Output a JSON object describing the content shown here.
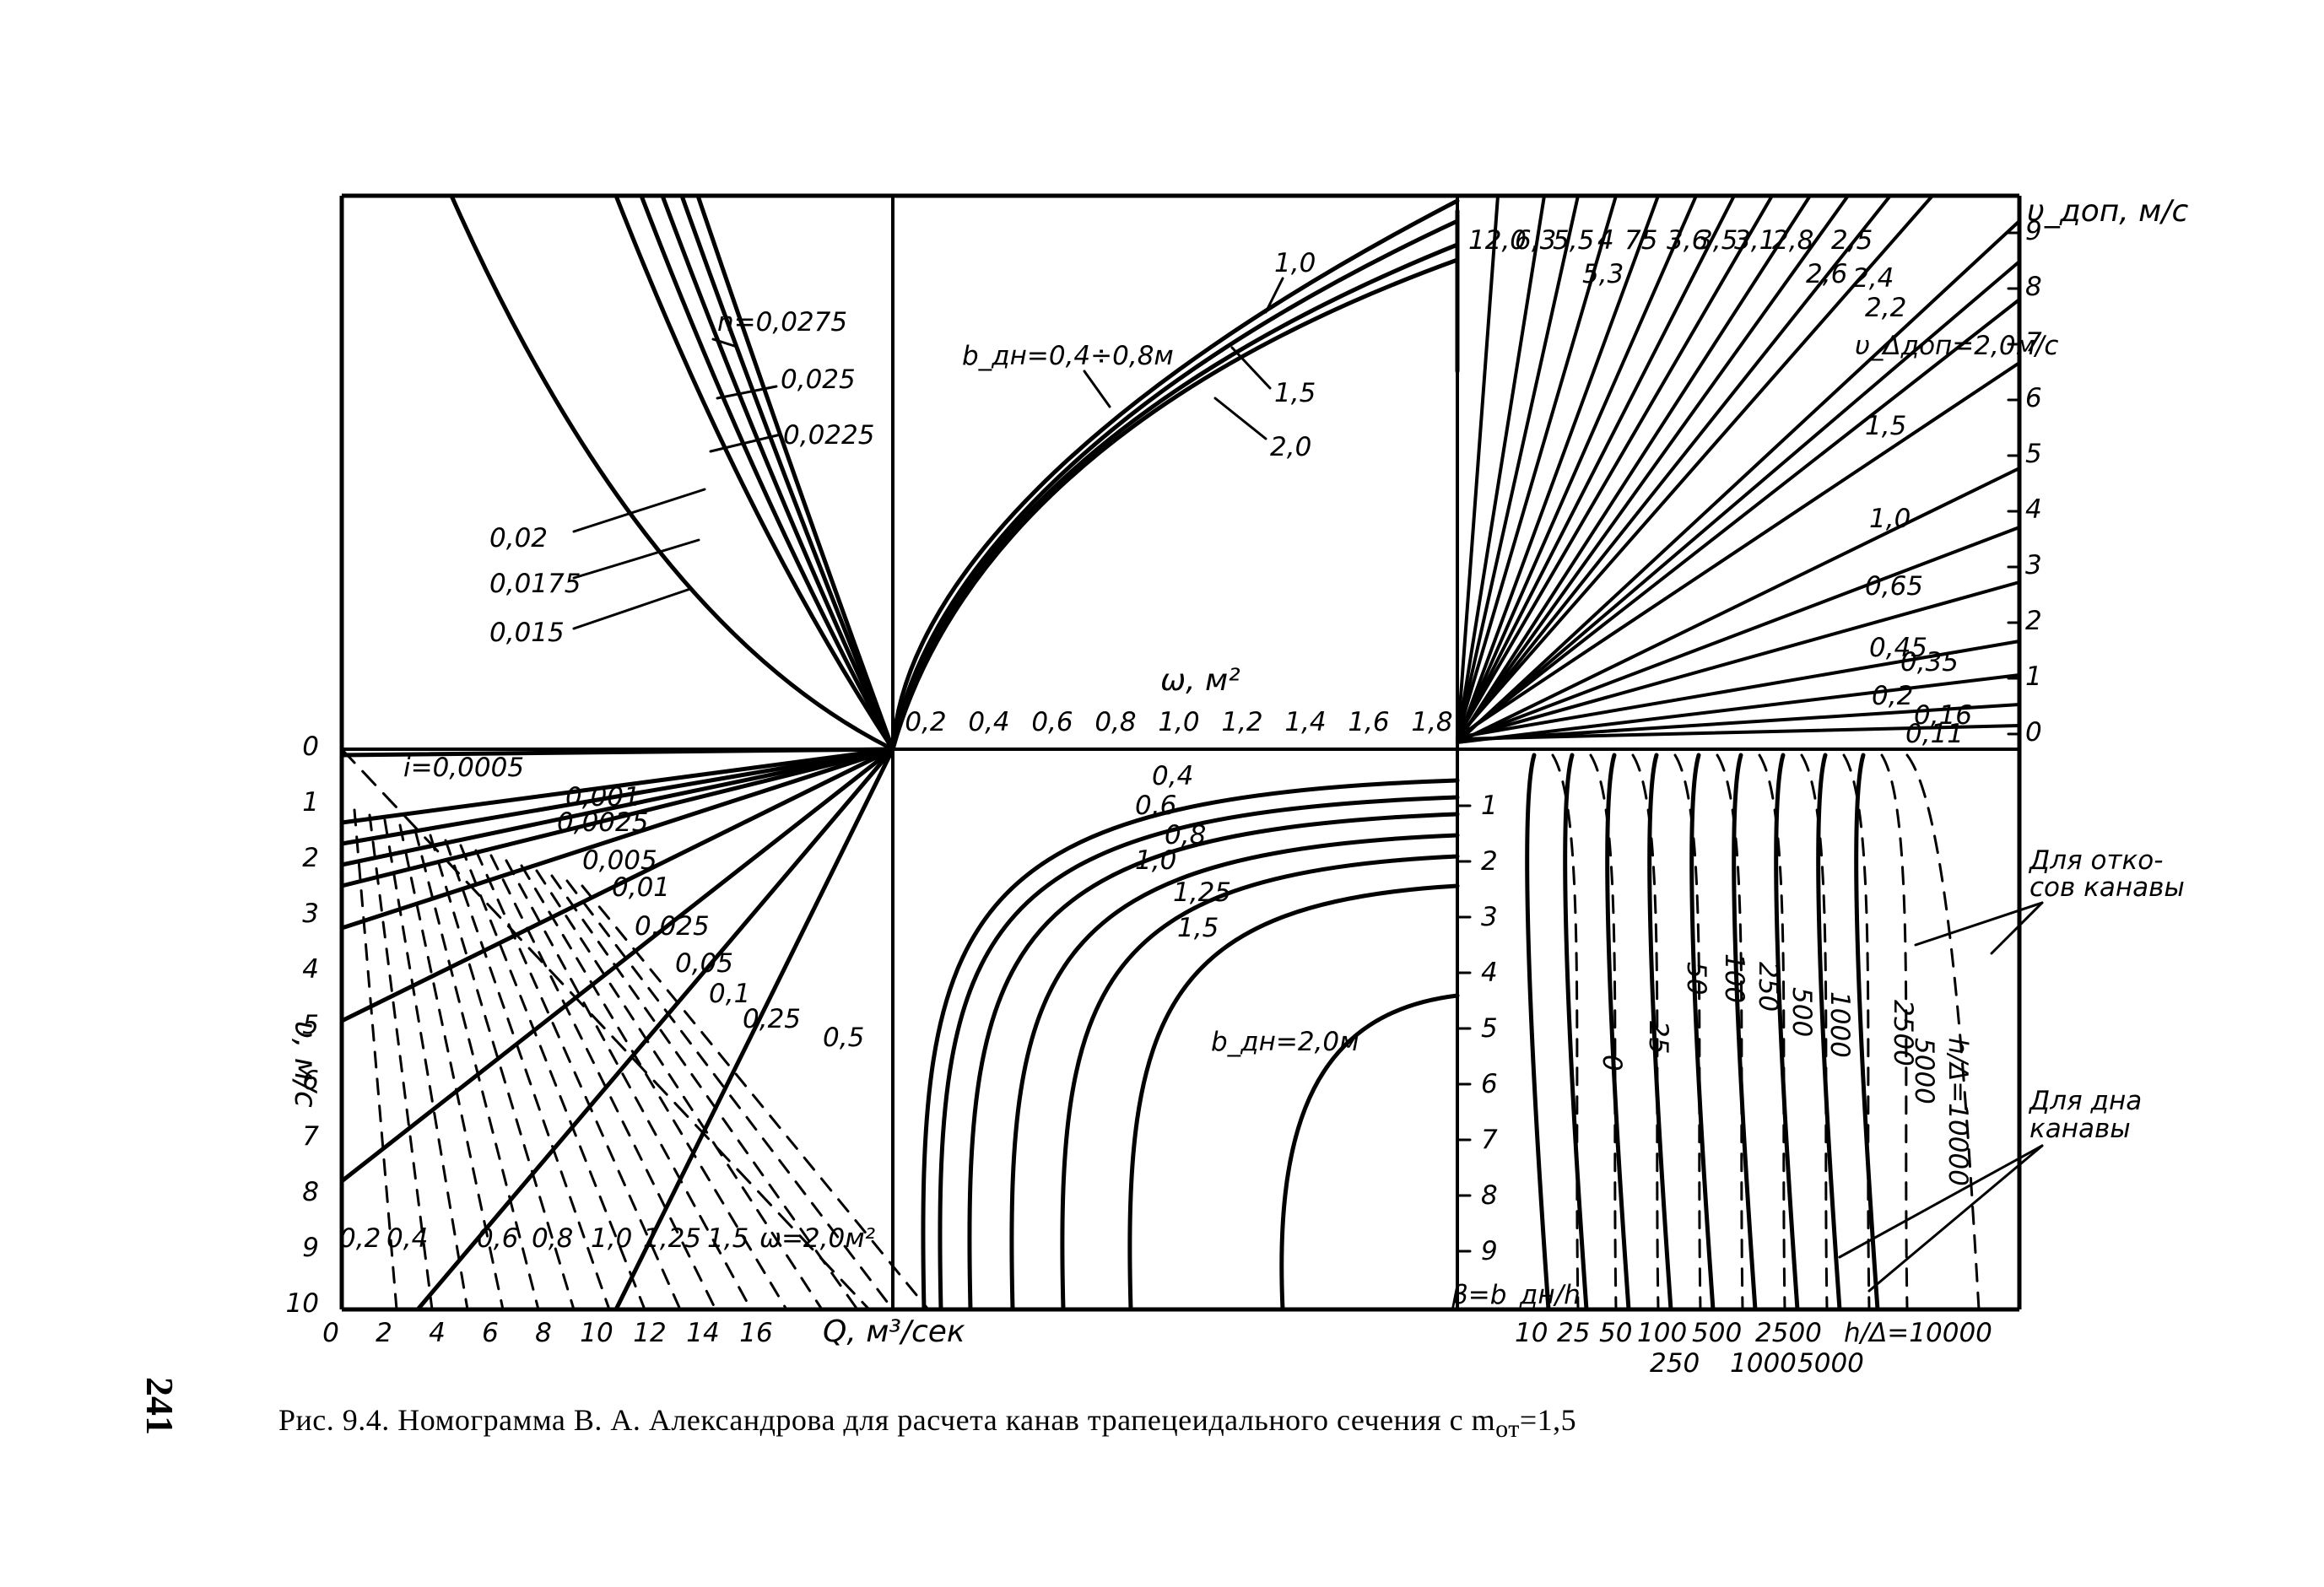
{
  "page_number": "241",
  "caption": "Рис. 9.4. Номограмма В. А. Александрова для расчета канав трапецеидального сечения с m",
  "caption_sub": "от",
  "caption_value": "=1,5",
  "q1_roughness": {
    "labels": [
      "n=0,0275",
      "0,025",
      "0,0225",
      "0,02",
      "0,0175",
      "0,015"
    ]
  },
  "q2_area": {
    "axis_label": "ω, м²",
    "ticks": [
      "0,2",
      "0,4",
      "0,6",
      "0,8",
      "1,0",
      "1,2",
      "1,4",
      "1,6",
      "1,8"
    ],
    "curve_labels": [
      "b_дн=0,4÷0,8м",
      "1,0",
      "1,5",
      "2,0"
    ]
  },
  "q3_velocity": {
    "axis_label": "υ_доп, м/с",
    "ticks": [
      "0",
      "1",
      "2",
      "3",
      "4",
      "5",
      "6",
      "7",
      "8",
      "9"
    ],
    "top_labels": [
      "12,0",
      "6,3",
      "5,5",
      "5,3",
      "4",
      "75",
      "3,6",
      "3,5",
      "3,1",
      "2,8",
      "2,6",
      "2,5",
      "2,4",
      "2,2"
    ],
    "right_labels": [
      "υ_Δдоп=2,0м/с",
      "1,5",
      "1,0",
      "0,65",
      "0,45",
      "0,35",
      "0,2",
      "0,16",
      "0,11"
    ]
  },
  "q4_slope": {
    "axis_v": "υ, м/с",
    "v_ticks": [
      "0",
      "1",
      "2",
      "3",
      "4",
      "5",
      "6",
      "7",
      "8",
      "9",
      "10"
    ],
    "axis_q": "Q, м³/сек",
    "q_ticks": [
      "0",
      "2",
      "4",
      "6",
      "8",
      "10",
      "12",
      "14",
      "16"
    ],
    "slope_labels": [
      "i=0,0005",
      "0,001",
      "0,0025",
      "0,005",
      "0,01",
      "0,025",
      "0,05",
      "0,1",
      "0,25",
      "0,5"
    ],
    "omega_labels": [
      "0,2",
      "0,4",
      "0,6",
      "0,8",
      "1,0",
      "1,25",
      "1,5",
      "ω=2,0м²"
    ]
  },
  "q5_width": {
    "curve_labels": [
      "0,4",
      "0,6",
      "0,8",
      "1,0",
      "1,25",
      "1,5",
      "b_дн=2,0м"
    ]
  },
  "q6_ratio": {
    "beta_label": "β=b_дн/h",
    "beta_ticks": [
      "1",
      "2",
      "3",
      "4",
      "5",
      "6",
      "7",
      "8",
      "9"
    ],
    "bottom_row1": [
      "10",
      "25",
      "50",
      "100",
      "500",
      "2500",
      "h/Δ=10000"
    ],
    "bottom_row2": [
      "250",
      "1000",
      "5000"
    ],
    "curve_labels": [
      "0",
      "25",
      "50",
      "100",
      "250",
      "500",
      "1000",
      "2500",
      "5000",
      "h/Δ=10000"
    ],
    "note_slopes": [
      "Для отко-",
      "сов канавы"
    ],
    "note_bottom": [
      "Для дна",
      "канавы"
    ]
  }
}
